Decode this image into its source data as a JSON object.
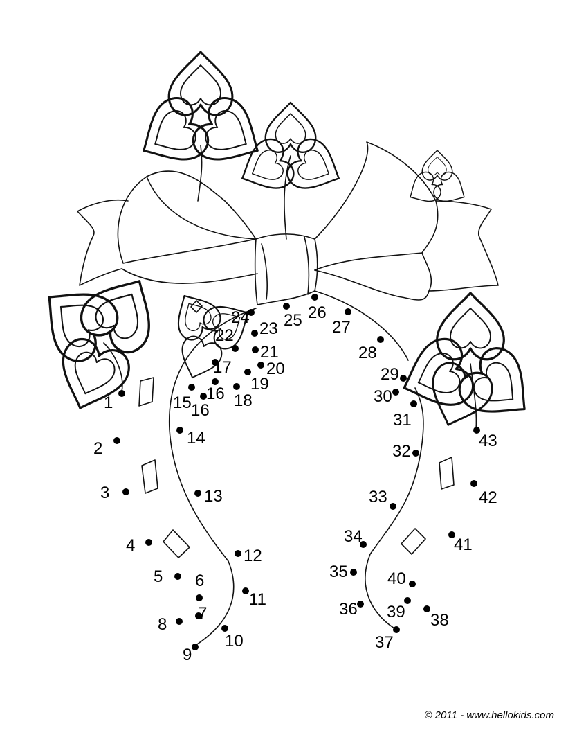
{
  "credit": "© 2011 - www.hellokids.com",
  "dots": [
    {
      "n": "1"
    },
    {
      "n": "2"
    },
    {
      "n": "3"
    },
    {
      "n": "4"
    },
    {
      "n": "5"
    },
    {
      "n": "6"
    },
    {
      "n": "7"
    },
    {
      "n": "8"
    },
    {
      "n": "9"
    },
    {
      "n": "10"
    },
    {
      "n": "11"
    },
    {
      "n": "12"
    },
    {
      "n": "13"
    },
    {
      "n": "14"
    },
    {
      "n": "15"
    },
    {
      "n": "16"
    },
    {
      "n": "16"
    },
    {
      "n": "17"
    },
    {
      "n": "18"
    },
    {
      "n": "19"
    },
    {
      "n": "20"
    },
    {
      "n": "21"
    },
    {
      "n": "22"
    },
    {
      "n": "23"
    },
    {
      "n": "24"
    },
    {
      "n": "25"
    },
    {
      "n": "26"
    },
    {
      "n": "27"
    },
    {
      "n": "28"
    },
    {
      "n": "29"
    },
    {
      "n": "30"
    },
    {
      "n": "31"
    },
    {
      "n": "32"
    },
    {
      "n": "33"
    },
    {
      "n": "34"
    },
    {
      "n": "35"
    },
    {
      "n": "36"
    },
    {
      "n": "37"
    },
    {
      "n": "38"
    },
    {
      "n": "39"
    },
    {
      "n": "40"
    },
    {
      "n": "41"
    },
    {
      "n": "42"
    },
    {
      "n": "43"
    }
  ]
}
